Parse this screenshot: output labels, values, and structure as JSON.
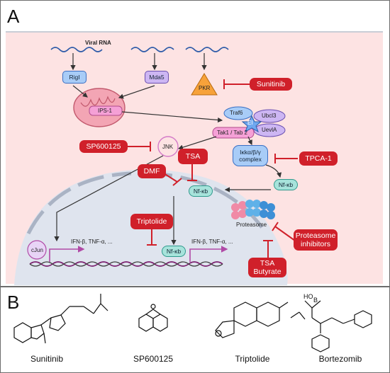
{
  "panels": {
    "a": "A",
    "b": "B"
  },
  "nodes": {
    "viral_rna": "Viral RNA",
    "rigi": "RigI",
    "mda5": "Mda5",
    "pkr": "PKR",
    "ips1": "IPS-1",
    "traf6": "Traf6",
    "ubcl3": "Ubcl3",
    "e1": "EI",
    "uevla": "UevlA",
    "tak": "Tak1 / Tab 2",
    "jnk": "JNK",
    "ikk_line1": "Iκkα/β/γ",
    "ikk_line2": "complex",
    "nfkb_cyto": "Nf-κb",
    "nfkb_mid": "Nf-κb",
    "nfkb_nuc": "Nf-κb",
    "proteasome": "Proteasome",
    "cjun": "cJun",
    "ifn_left": "IFN-β, TNF-α, ...",
    "ifn_right": "IFN-β, TNF-α, ..."
  },
  "inhibitors": {
    "sunitinib": "Sunitinib",
    "sp600125": "SP600125",
    "tsa": "TSA",
    "dmf": "DMF",
    "tpca1": "TPCA-1",
    "triptolide": "Triptolide",
    "prot_inh_line1": "Proteasome",
    "prot_inh_line2": "inhibitors",
    "tsa_butyrate_line1": "TSA",
    "tsa_butyrate_line2": "Butyrate"
  },
  "compounds": [
    "Sunitinib",
    "SP600125",
    "Triptolide",
    "Bortezomib"
  ],
  "colors": {
    "inhibitor": "#d0202a",
    "pink_bg": "#fde3e3",
    "nucleus": "#dfe4ee",
    "blue_box": "#a8ccf7",
    "nfkb": "#a7e3db"
  }
}
